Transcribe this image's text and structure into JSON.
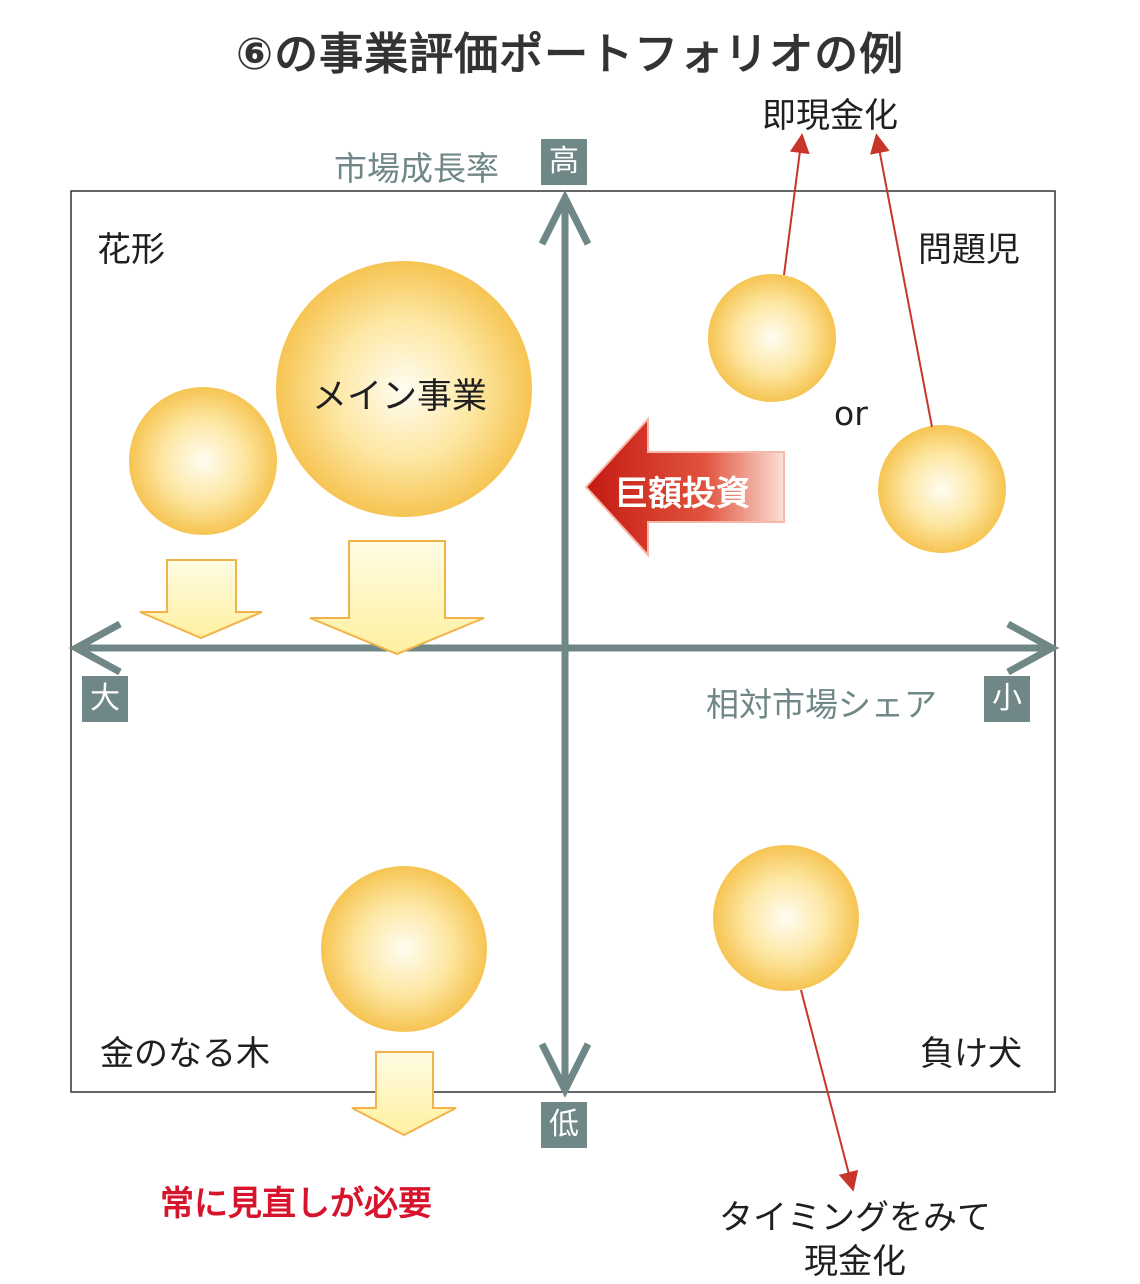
{
  "title": "⑥の事業評価ポートフォリオの例",
  "axes": {
    "vertical_label": "市場成長率",
    "vertical_high": "高",
    "vertical_low": "低",
    "horizontal_label": "相対市場シェア",
    "horizontal_left": "大",
    "horizontal_right": "小"
  },
  "quadrants": {
    "top_left": "花形",
    "top_right": "問題児",
    "bottom_left": "金のなる木",
    "bottom_right": "負け犬"
  },
  "bubbles": {
    "main_business_label": "メイン事業",
    "or_label": "or"
  },
  "callouts": {
    "immediate_cash": "即現金化",
    "investment": "巨額投資",
    "review_needed": "常に見直しが必要",
    "timing_cash_line1": "タイミングをみて",
    "timing_cash_line2": "現金化"
  },
  "colors": {
    "axis": "#6f8786",
    "bubble_center": "#fffdf0",
    "bubble_edge": "#f7c95a",
    "arrow_red": "#c8352a",
    "warning_text": "#d6142c",
    "down_arrow_fill": "#fff6b8",
    "down_arrow_stroke": "#f2b24a"
  }
}
